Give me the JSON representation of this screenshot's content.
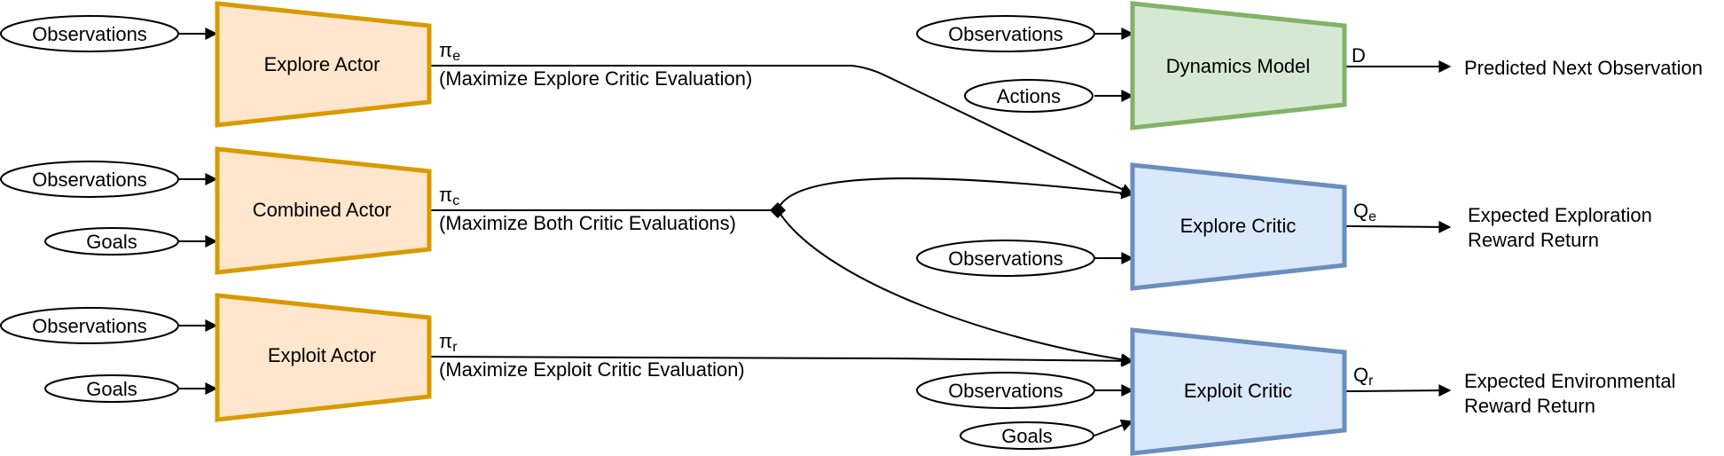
{
  "colors": {
    "actor_fill": "#ffe6cc",
    "actor_stroke": "#d79b00",
    "critic_fill": "#dae8fc",
    "critic_stroke": "#6c8ebf",
    "model_fill": "#d5e8d4",
    "model_stroke": "#82b366"
  },
  "inputs": {
    "obs_explore_actor": "Observations",
    "obs_combined_actor": "Observations",
    "goals_combined_actor": "Goals",
    "obs_exploit_actor": "Observations",
    "goals_exploit_actor": "Goals",
    "obs_dynamics": "Observations",
    "actions_dynamics": "Actions",
    "obs_explore_critic": "Observations",
    "obs_exploit_critic": "Observations",
    "goals_exploit_critic": "Goals"
  },
  "blocks": {
    "explore_actor": "Explore Actor",
    "combined_actor": "Combined Actor",
    "exploit_actor": "Exploit Actor",
    "dynamics_model": "Dynamics Model",
    "explore_critic": "Explore Critic",
    "exploit_critic": "Exploit Critic"
  },
  "policies": {
    "explore": {
      "symbol": "π",
      "sub": "e",
      "note": "(Maximize Explore Critic Evaluation)"
    },
    "combined": {
      "symbol": "π",
      "sub": "c",
      "note": "(Maximize Both Critic Evaluations)"
    },
    "exploit": {
      "symbol": "π",
      "sub": "r",
      "note": "(Maximize Exploit Critic Evaluation)"
    }
  },
  "outputs": {
    "dynamics_symbol": "D",
    "dynamics_label": "Predicted Next Observation",
    "explore_q_symbol": "Q",
    "explore_q_sub": "e",
    "explore_label_1": "Expected Exploration",
    "explore_label_2": "Reward Return",
    "exploit_q_symbol": "Q",
    "exploit_q_sub": "r",
    "exploit_label_1": "Expected Environmental",
    "exploit_label_2": "Reward Return"
  }
}
